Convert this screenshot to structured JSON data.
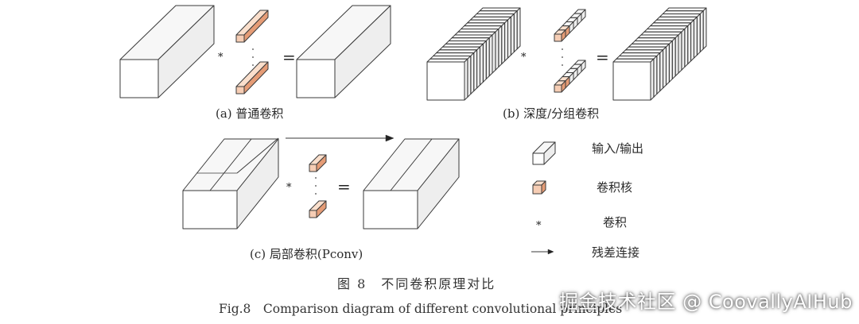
{
  "panels": {
    "a": {
      "label": "(a) 普通卷积"
    },
    "b": {
      "label": "(b) 深度/分组卷积"
    },
    "c": {
      "label": "(c) 局部卷积(Pconv)"
    }
  },
  "symbols": {
    "conv": "*",
    "equals": "=",
    "dots": "·"
  },
  "legend": {
    "io": "输入/输出",
    "kernel": "卷积核",
    "conv": "卷积",
    "residual": "残差连接"
  },
  "figure": {
    "caption_cn": "图 8　不同卷积原理对比",
    "caption_en": "Fig.8　Comparison diagram of different convolutional principles"
  },
  "watermark": "掘金技术社区 @ CoovallyAIHub",
  "colors": {
    "kernel_front": "#f6cdb4",
    "kernel_top": "#fadfcc",
    "kernel_side": "#e59c76",
    "block_front": "#ffffff",
    "block_side": "#eeeeee",
    "block_top": "#f7f7f7",
    "stroke": "#3a3a3a"
  }
}
